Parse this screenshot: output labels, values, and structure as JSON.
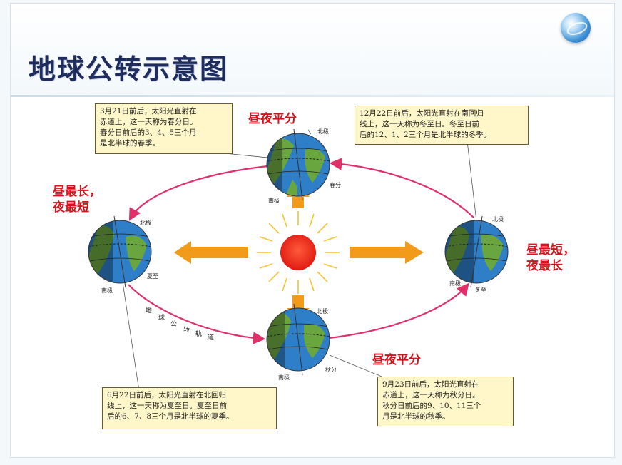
{
  "title": "地球公转示意图",
  "notes": {
    "spring": "3月21日前后，太阳光直射在\n赤道上，这一天称为春分日。\n春分日前后的3、4、5三个月\n是北半球的春季。",
    "winter": "12月22日前后，太阳光直射在南回归\n线上，这一天称为冬至日。冬至日前\n后的12、1、2三个月是北半球的冬季。",
    "summer": "6月22日前后，太阳光直射在北回归\n线上，这一天称为夏至日。夏至日前\n后的6、7、8三个月是北半球的夏季。",
    "autumn": "9月23日前后，太阳光直射在\n赤道上，这一天称为秋分日。\n秋分日前后的9、10、11三个\n月是北半球的秋季。"
  },
  "day_night": {
    "top": "昼夜平分",
    "bottom": "昼夜平分",
    "left": "昼最长，\n夜最短",
    "right": "昼最短，\n夜最长"
  },
  "earth_labels": {
    "north_pole": "北极",
    "south_pole": "南极",
    "spring_equinox": "春分",
    "summer_solstice": "夏至",
    "autumn_equinox": "秋分",
    "winter_solstice": "冬至"
  },
  "orbit_label": [
    "地",
    "球",
    "公",
    "转",
    "轨",
    "道"
  ],
  "colors": {
    "orbit": "#e0306a",
    "arrow": "#f29a1a",
    "sun": "#e8241a",
    "ocean": "#2f7fc8",
    "land": "#6aa640",
    "note_bg": "#fff6c9",
    "red_text": "#d4141c"
  }
}
